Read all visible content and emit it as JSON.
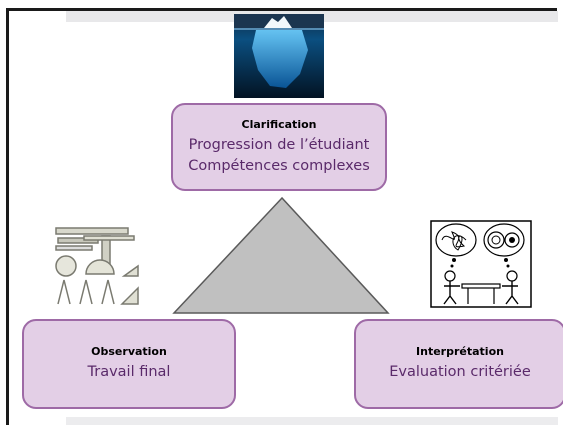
{
  "diagram": {
    "top": {
      "title": "Clarification",
      "lines": [
        "Progression de l’étudiant",
        "Compétences complexes"
      ]
    },
    "left": {
      "title": "Observation",
      "lines": [
        "Travail final"
      ]
    },
    "right": {
      "title": "Interprétation",
      "lines": [
        "Evaluation critériée"
      ]
    }
  },
  "colors": {
    "box_fill": "#e3cfe6",
    "box_border": "#9e6aa6",
    "box_text": "#5a2a6a",
    "triangle_fill": "#c0c0c0"
  },
  "icons": [
    "iceberg-image",
    "drafting-tools-image",
    "two-people-thinking-image"
  ]
}
